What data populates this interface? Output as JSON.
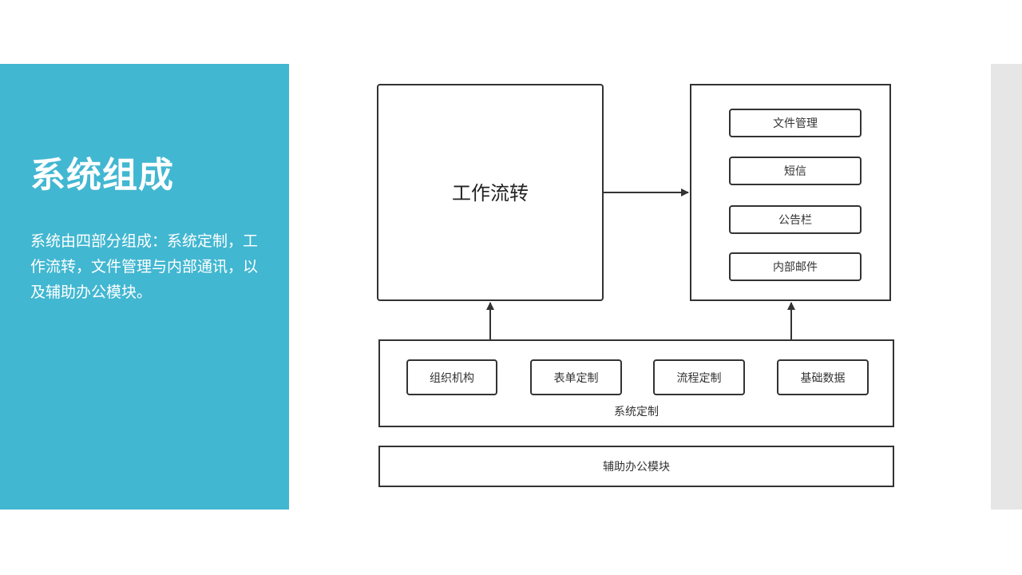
{
  "slide": {
    "title": "系统组成",
    "description": "系统由四部分组成：系统定制，工作流转，文件管理与内部通讯，以及辅助办公模块。"
  },
  "diagram": {
    "workflow": "工作流转",
    "communication_items": [
      "文件管理",
      "短信",
      "公告栏",
      "内部邮件"
    ],
    "system_custom": {
      "label": "系统定制",
      "items": [
        "组织机构",
        "表单定制",
        "流程定制",
        "基础数据"
      ]
    },
    "auxiliary": "辅助办公模块"
  },
  "colors": {
    "accent": "#42b7d1",
    "side_strip": "#e6e6e6",
    "stroke": "#333333"
  }
}
